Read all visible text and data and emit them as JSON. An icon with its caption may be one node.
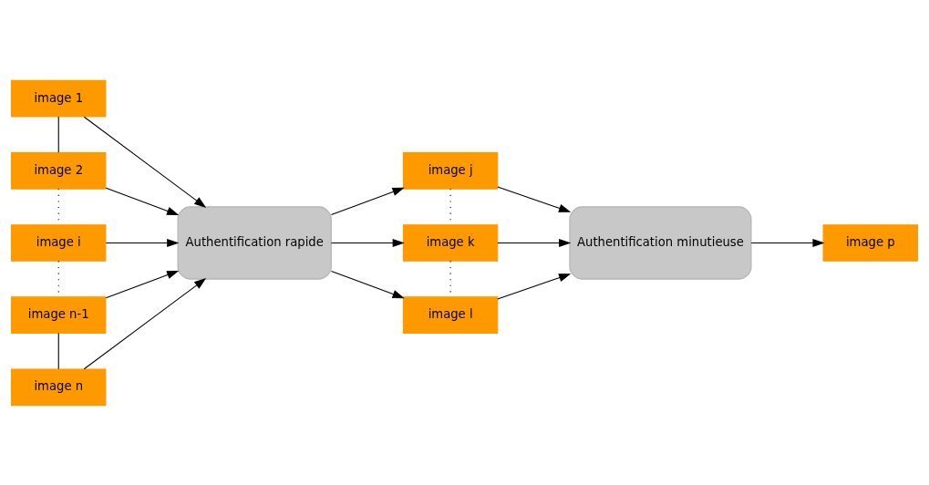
{
  "diagram": {
    "nodes": [
      {
        "text": [
          "image 1"
        ]
      },
      {
        "text": [
          "image 2"
        ]
      },
      {
        "text": [
          "image i"
        ]
      },
      {
        "text": [
          "image n-1"
        ]
      },
      {
        "text": [
          "image n"
        ]
      },
      {
        "text": [
          "Authentification rapide"
        ]
      },
      {
        "text": [
          "image j"
        ]
      },
      {
        "text": [
          "image k"
        ]
      },
      {
        "text": [
          "image l"
        ]
      },
      {
        "text": [
          "Authentification minutieuse"
        ]
      },
      {
        "text": [
          "image p"
        ]
      }
    ],
    "edges": [
      {
        "from": 0,
        "to": 5,
        "arrow": "to"
      },
      {
        "from": 1,
        "to": 5,
        "arrow": "to"
      },
      {
        "from": 2,
        "to": 5,
        "arrow": "to"
      },
      {
        "from": 3,
        "to": 5,
        "arrow": "to"
      },
      {
        "from": 4,
        "to": 5,
        "arrow": "to"
      },
      {
        "from": 5,
        "to": 6,
        "arrow": "to"
      },
      {
        "from": 5,
        "to": 7,
        "arrow": "to"
      },
      {
        "from": 5,
        "to": 8,
        "arrow": "to"
      },
      {
        "from": 6,
        "to": 9,
        "arrow": "to"
      },
      {
        "from": 7,
        "to": 9,
        "arrow": "to"
      },
      {
        "from": 8,
        "to": 9,
        "arrow": "to"
      },
      {
        "from": 9,
        "to": 10,
        "arrow": "to"
      },
      {
        "from": 0,
        "to": 1,
        "arrow": "none"
      },
      {
        "from": 1,
        "to": 2,
        "arrow": "none",
        "style": "dashed"
      },
      {
        "from": 2,
        "to": 3,
        "arrow": "none",
        "style": "dashed"
      },
      {
        "from": 3,
        "to": 4,
        "arrow": "none"
      },
      {
        "from": 6,
        "to": 7,
        "arrow": "none",
        "style": "dashed"
      },
      {
        "from": 7,
        "to": 8,
        "arrow": "none",
        "style": "dashed"
      }
    ]
  }
}
